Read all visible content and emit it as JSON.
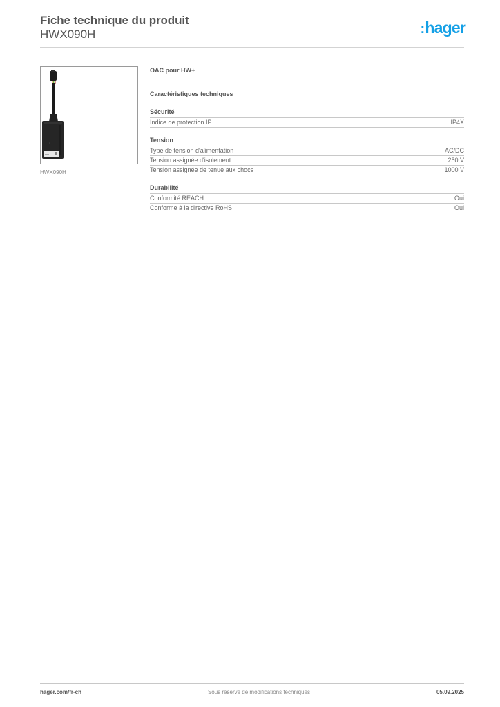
{
  "header": {
    "title": "Fiche technique du produit",
    "reference": "HWX090H",
    "logo_text": "hager",
    "logo_prefix": ":",
    "brand_color": "#14a0e6"
  },
  "product": {
    "image_alt": "product-photo-black-module-with-cable",
    "image_caption": "HWX090H",
    "name": "OAC pour HW+"
  },
  "specs": {
    "section_title": "Caractéristiques techniques",
    "groups": [
      {
        "title": "Sécurité",
        "rows": [
          {
            "label": "Indice de protection IP",
            "value": "IP4X"
          }
        ]
      },
      {
        "title": "Tension",
        "rows": [
          {
            "label": "Type de tension d'alimentation",
            "value": "AC/DC"
          },
          {
            "label": "Tension assignée d'isolement",
            "value": "250 V"
          },
          {
            "label": "Tension assignée de tenue aux chocs",
            "value": "1000 V"
          }
        ]
      },
      {
        "title": "Durabilité",
        "rows": [
          {
            "label": "Conformité REACH",
            "value": "Oui"
          },
          {
            "label": "Conforme à la directive RoHS",
            "value": "Oui"
          }
        ]
      }
    ]
  },
  "footer": {
    "website": "hager.com/fr-ch",
    "disclaimer": "Sous réserve de modifications techniques",
    "date": "05.09.2025"
  }
}
